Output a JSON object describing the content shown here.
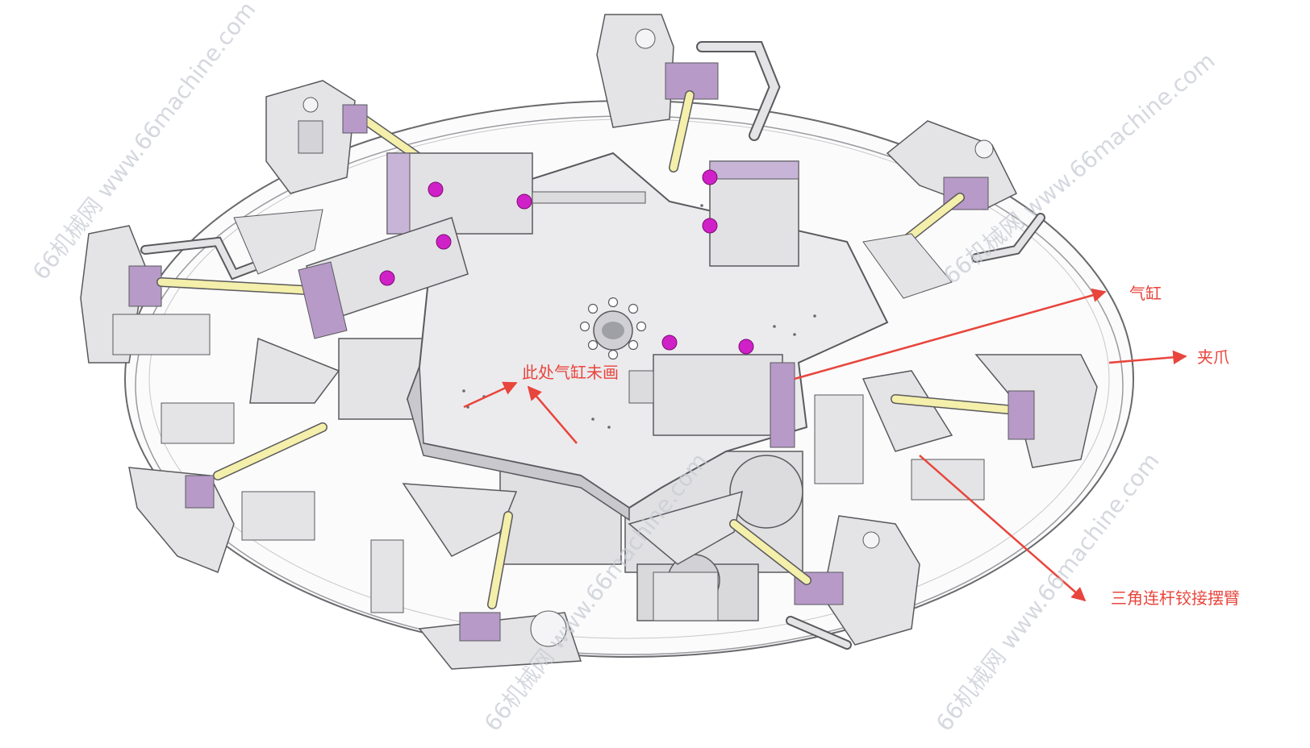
{
  "callouts": {
    "cylinder": "气缸",
    "clamp": "夹爪",
    "cylinder_not_drawn": "此处气缸未画",
    "triangle_arm": "三角连杆铰接摆臂"
  },
  "watermark": "66机械网 www.66machine.com",
  "colors": {
    "background": "#ffffff",
    "part_fill": "#e4e4e6",
    "part_stroke": "#5a5a5e",
    "rod_yellow": "#f4efaa",
    "cylinder_purple": "#b79ac8",
    "fitting_magenta": "#d020c8",
    "annotation_red": "#e8453c",
    "watermark_gray": "#c8ccd4"
  }
}
